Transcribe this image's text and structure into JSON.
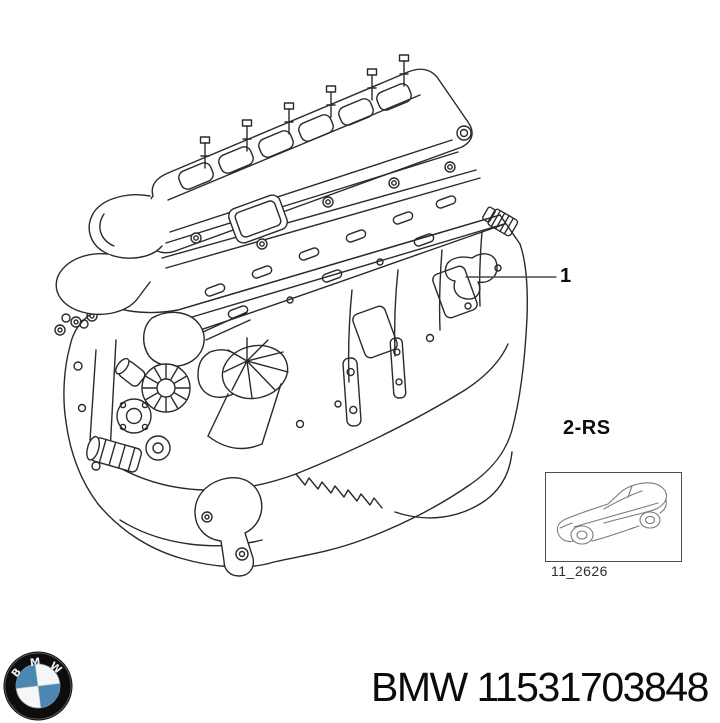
{
  "diagram": {
    "callout": {
      "label": "1"
    },
    "variant_code": "2-RS",
    "thumbnail_caption": "11_2626"
  },
  "footer": {
    "part_number": "BMW 11531703848"
  },
  "logo": {
    "letters": [
      "B",
      "M",
      "W"
    ]
  },
  "colors": {
    "line": "#2a2a2a",
    "thumbnail_line": "#7a7a7a",
    "logo_blue": "#4b87b3",
    "text": "#0b0b0b"
  }
}
